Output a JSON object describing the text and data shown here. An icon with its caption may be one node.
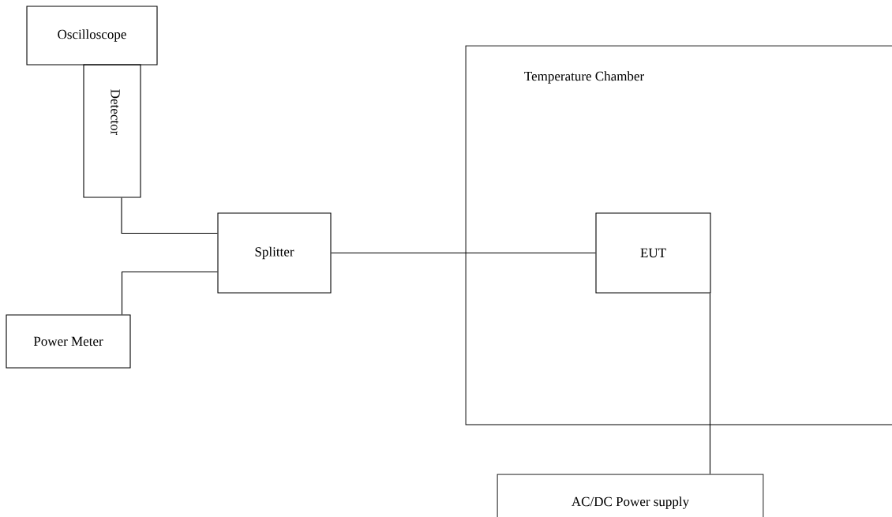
{
  "diagram": {
    "nodes": [
      {
        "text": [
          "Oscilloscope"
        ]
      },
      {
        "text": [
          "Detector"
        ]
      },
      {
        "text": [
          "Temperature Chamber"
        ]
      },
      {
        "text": [
          "Splitter"
        ]
      },
      {
        "text": [
          "EUT"
        ],
        "in": 2
      },
      {
        "text": [
          "Power Meter"
        ]
      },
      {
        "text": [
          "AC/DC Power supply"
        ]
      }
    ],
    "edges": [
      {
        "from": 1,
        "to": 3,
        "arrow": "none"
      },
      {
        "from": 5,
        "to": 3,
        "arrow": "none"
      },
      {
        "from": 3,
        "to": 4,
        "arrow": "none"
      },
      {
        "from": 4,
        "to": 6,
        "arrow": "none"
      }
    ]
  }
}
